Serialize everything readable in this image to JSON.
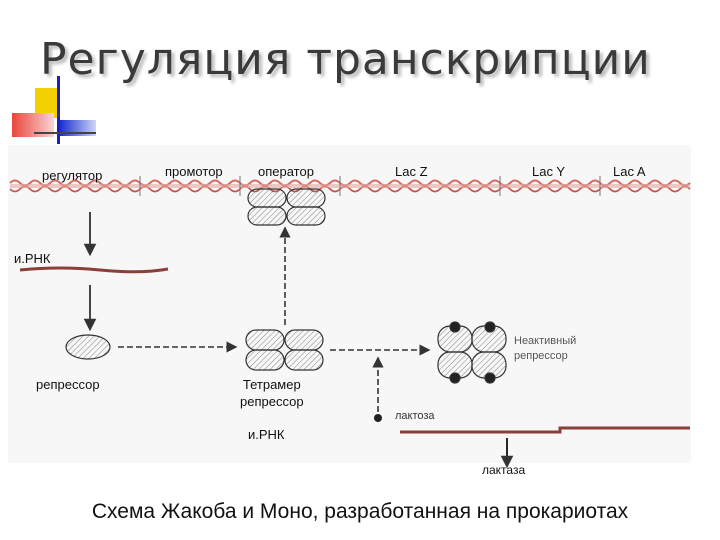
{
  "title": "Регуляция транскрипции",
  "genes": {
    "regulator": "регулятор",
    "promoter": "промотор",
    "operator": "оператор",
    "lacZ": "Lac Z",
    "lacY": "Lac Y",
    "lacA": "Lac A"
  },
  "labels": {
    "mrna_left": "и.РНК",
    "repressor": "репрессор",
    "tetramer": "Тетрамер\nрепрессор",
    "mrna_bottom": "и.РНК",
    "lactose": "лактоза",
    "inactive_line1": "Неактивный",
    "inactive_line2": "репрессор",
    "lactase": "лактаза"
  },
  "caption": "Схема Жакоба и Моно, разработанная на прокариотах",
  "colors": {
    "accent_yellow": "#f5d000",
    "accent_red": "#e8463c",
    "accent_blue": "#1a2fd0",
    "dna_red": "#d66a62",
    "title_gray": "#3a3a3a"
  }
}
